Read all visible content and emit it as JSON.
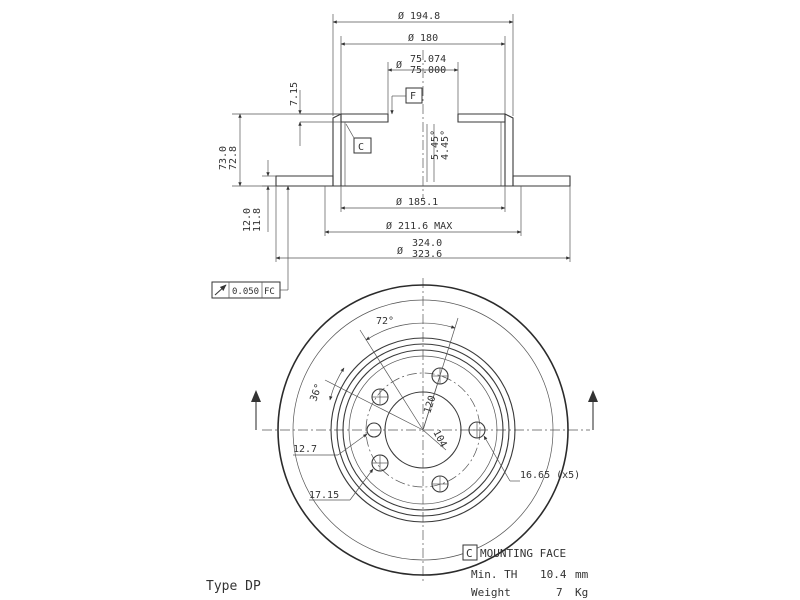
{
  "section_view": {
    "dia_outer_hat": "Ø 194.8",
    "dia_hat_inner": "Ø 180",
    "dia_bore_max": "75.074",
    "dia_bore_min": "75.000",
    "dia_bore_symbol": "Ø",
    "hat_thickness": "7.15",
    "datum_f": "F",
    "datum_c": "C",
    "total_height_max": "73.0",
    "total_height_min": "72.8",
    "chamfer": "5.45°",
    "chamfer_alt": "4.45°",
    "dia_185": "Ø 185.1",
    "dia_211": "Ø 211.6 MAX",
    "dia_outer_max": "324.0",
    "dia_outer_min": "323.6",
    "dia_outer_symbol": "Ø",
    "disc_thickness_max": "12.0",
    "disc_thickness_min": "11.8",
    "runout_value": "0.050",
    "runout_datum": "FC"
  },
  "front_view": {
    "angle_72": "72°",
    "angle_36": "36°",
    "pcd_120": "120",
    "center_104": "104",
    "hole_12_7": "12.7",
    "hole_17_15": "17.15",
    "hole_16_65": "16.65 (x5)"
  },
  "notes": {
    "mounting_face_marker": "C",
    "mounting_face_label": "MOUNTING FACE",
    "min_th_label": "Min. TH",
    "min_th_value": "10.4",
    "min_th_unit": "mm",
    "weight_label": "Weight",
    "weight_value": "7",
    "weight_unit": "Kg",
    "type_label": "Type DP"
  }
}
